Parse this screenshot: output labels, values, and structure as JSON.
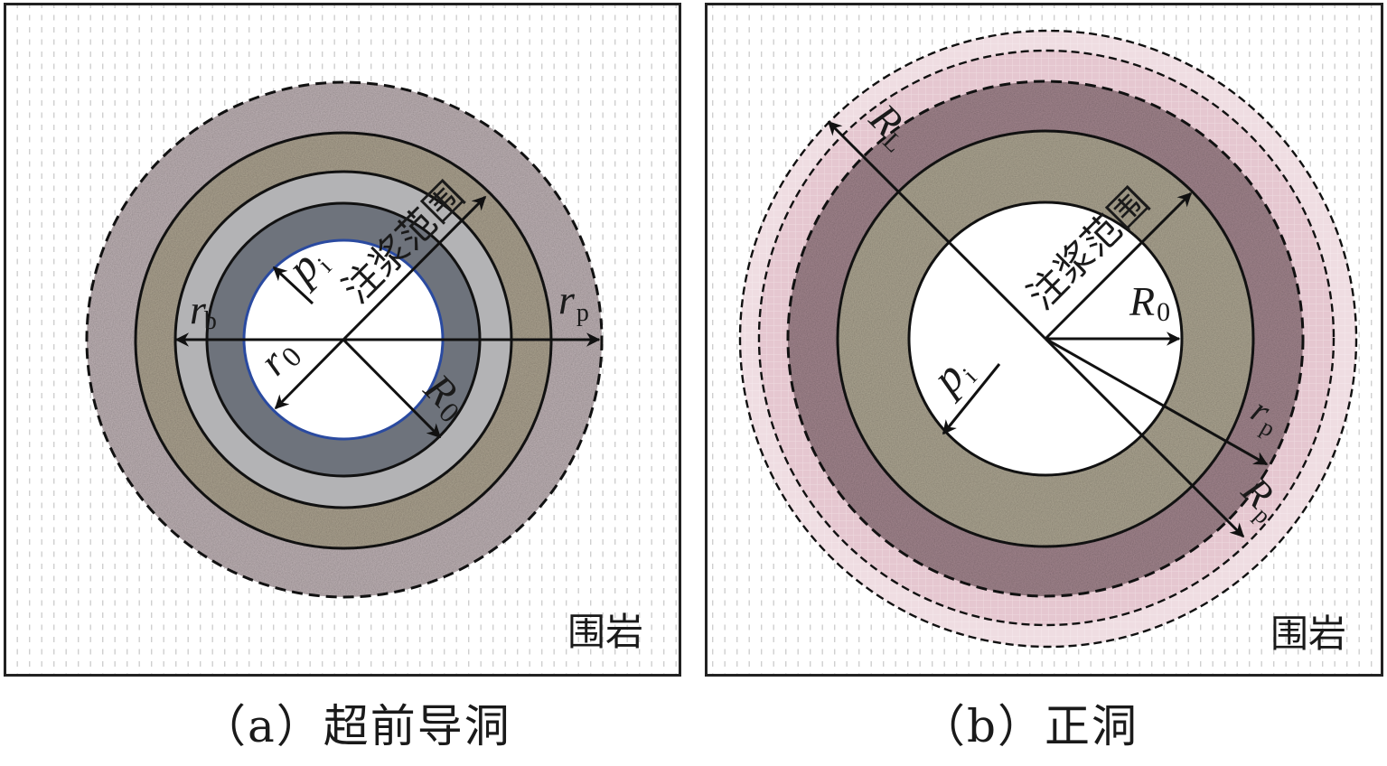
{
  "figure": {
    "panels": [
      {
        "id": "a",
        "caption": "（a）超前导洞",
        "rock_label": "围岩",
        "grouting_label": "注浆范围",
        "labels": {
          "pi": "p",
          "pi_sub": "i",
          "rb": "r",
          "rb_sub": "b",
          "rp": "r",
          "rp_sub": "p",
          "r0": "r",
          "r0_sub": "0",
          "R0": "R",
          "R0_sub": "0"
        },
        "zones": [
          {
            "name": "plastic-zone",
            "color": "#b8acaf",
            "border": "dashed"
          },
          {
            "name": "grouting-zone",
            "color": "#a69d8b",
            "border": "solid"
          },
          {
            "name": "lining-outer",
            "color": "#b3b3b5",
            "border": "solid"
          },
          {
            "name": "lining-inner",
            "color": "#6e737c",
            "border": "solid"
          },
          {
            "name": "tunnel-opening",
            "color": "#ffffff",
            "border": "#2a4aa0"
          }
        ]
      },
      {
        "id": "b",
        "caption": "（b）正洞",
        "rock_label": "围岩",
        "grouting_label": "注浆范围",
        "labels": {
          "RL": "R",
          "RL_sub": "L",
          "R0": "R",
          "R0_sub": "0",
          "pi": "p",
          "pi_sub": "i",
          "rp": "r",
          "rp_sub": "p",
          "Rp": "R",
          "Rp_sub": "p"
        },
        "zones": [
          {
            "name": "loosened-zone-outer",
            "color": "#ecd6dc",
            "border": "dashed"
          },
          {
            "name": "loosened-zone-inner",
            "color": "#e4c4ce",
            "border": "dashed"
          },
          {
            "name": "plastic-zone",
            "color": "#9d8189",
            "border": "dashed"
          },
          {
            "name": "grouting-zone",
            "color": "#a7a08d",
            "border": "solid"
          },
          {
            "name": "tunnel-opening",
            "color": "#ffffff",
            "border": "solid"
          }
        ]
      }
    ]
  }
}
